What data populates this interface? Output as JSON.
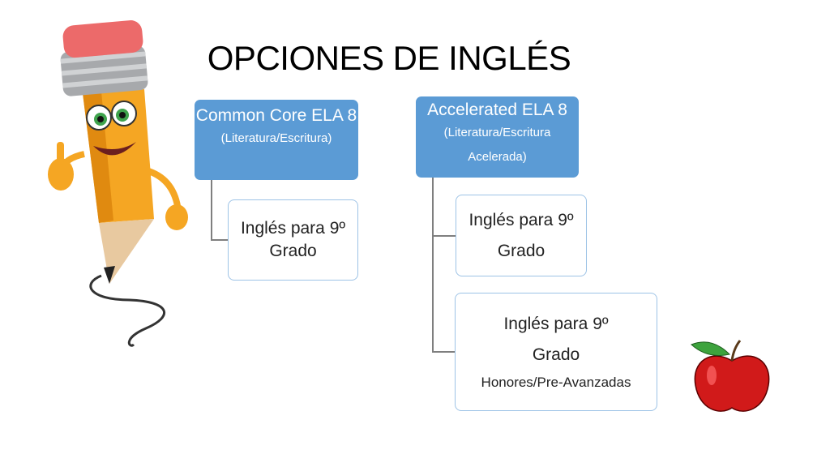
{
  "title": "OPCIONES DE INGLÉS",
  "left": {
    "head_main": "Common Core ELA 8",
    "head_sub": "(Literatura/Escritura)",
    "child_main": "Inglés para 9º Grado"
  },
  "right": {
    "head_main": "Accelerated ELA 8",
    "head_sub": "(Literatura/Escritura Acelerada)",
    "child1_line1": "Inglés para 9º",
    "child1_line2": "Grado",
    "child2_line1": "Inglés para 9º",
    "child2_line2": "Grado",
    "child2_sub": "Honores/Pre-Avanzadas"
  },
  "colors": {
    "head_fill": "#5b9bd5",
    "child_border": "#9dc3e6"
  },
  "illustrations": [
    "pencil-mascot",
    "red-apple"
  ]
}
